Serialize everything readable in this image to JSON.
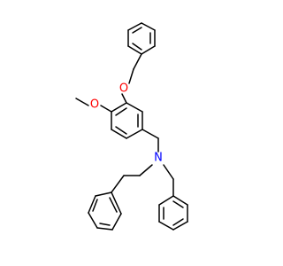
{
  "atoms": {
    "o_benzyloxy": {
      "label": "O",
      "color": "#ff0000"
    },
    "o_methoxy": {
      "label": "O",
      "color": "#ff0000"
    },
    "n_amine": {
      "label": "N",
      "color": "#0000ff"
    }
  },
  "bond_color": "#000000"
}
